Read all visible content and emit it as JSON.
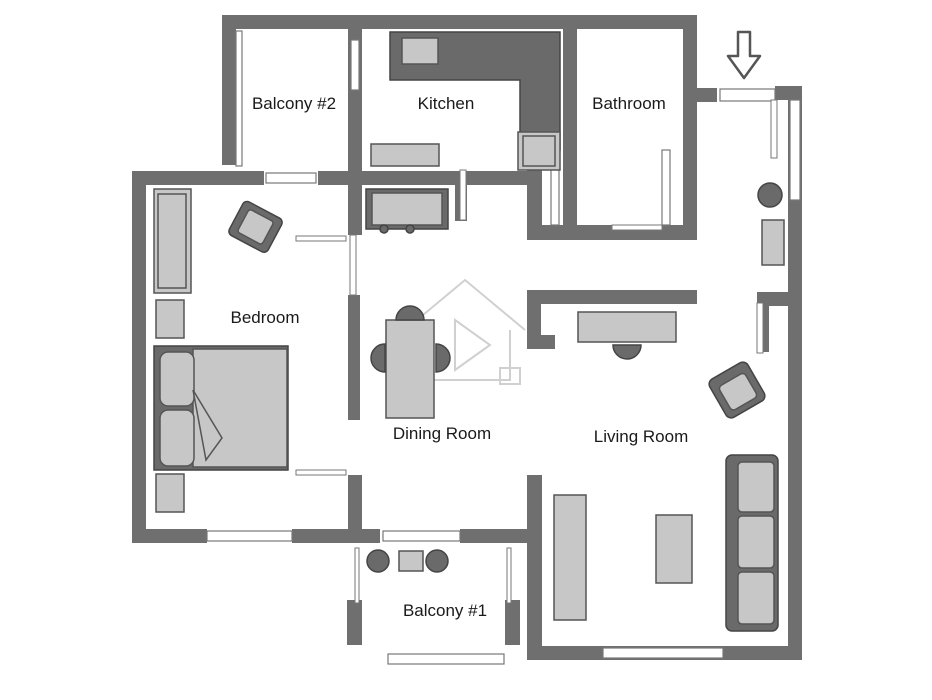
{
  "entrance_marker": "down-arrow-icon",
  "rooms": {
    "balcony2": "Balcony #2",
    "kitchen": "Kitchen",
    "bathroom": "Bathroom",
    "bedroom": "Bedroom",
    "dining": "Dining Room",
    "living": "Living Room",
    "balcony1": "Balcony #1"
  },
  "colors": {
    "wall": "#6f6f6f",
    "furniture": "#c7c7c7",
    "dark_furniture": "#6a6a6a",
    "background": "#ffffff"
  }
}
